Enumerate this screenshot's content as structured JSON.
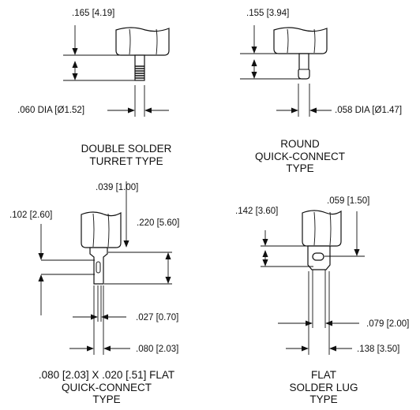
{
  "drawings": {
    "turret": {
      "height_dim": ".165 [4.19]",
      "dia_dim": ".060 DIA [Ø1.52]",
      "caption": [
        "DOUBLE SOLDER",
        "TURRET TYPE"
      ]
    },
    "round_qc": {
      "height_dim": ".155 [3.94]",
      "dia_dim": ".058 DIA [Ø1.47]",
      "caption": [
        "ROUND",
        "QUICK-CONNECT",
        "TYPE"
      ]
    },
    "flat_qc": {
      "slot_dim": ".039 [1.00]",
      "offset_dim": ".102 [2.60]",
      "length_dim": ".220 [5.60]",
      "thickness_dim": ".027 [0.70]",
      "width_dim": ".080 [2.03]",
      "caption": [
        ".080 [2.03] X .020 [.51] FLAT",
        "QUICK-CONNECT",
        "TYPE"
      ]
    },
    "solder_lug": {
      "offset_dim": ".142 [3.60]",
      "hole_dim": ".059 [1.50]",
      "thickness_dim": ".079 [2.00]",
      "width_dim": ".138 [3.50]",
      "caption": [
        "FLAT",
        "SOLDER LUG",
        "TYPE"
      ]
    }
  }
}
